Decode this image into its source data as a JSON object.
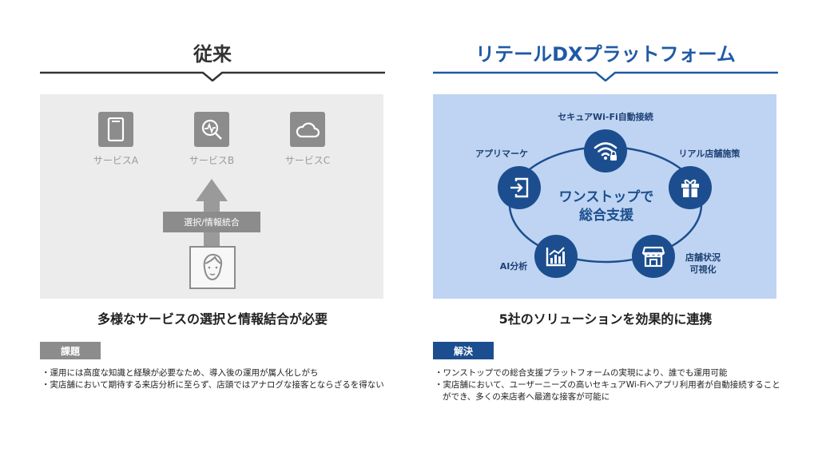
{
  "left": {
    "title": "従来",
    "services": [
      {
        "label": "サービスA",
        "icon": "smartphone-icon"
      },
      {
        "label": "サービスB",
        "icon": "analytics-search-icon"
      },
      {
        "label": "サービスC",
        "icon": "cloud-icon"
      }
    ],
    "select_label": "選択/情報統合",
    "user_icon": "person-face-icon",
    "caption": "多様なサービスの選択と情報結合が必要",
    "badge": "課題",
    "bullets": [
      "運用には高度な知識と経験が必要なため、導入後の運用が属人化しがち",
      "実店舗において期待する来店分析に至らず、店頭ではアナログな接客とならざるを得ない"
    ]
  },
  "right": {
    "title": "リテールDXプラットフォーム",
    "center_line1": "ワンストップで",
    "center_line2": "総合支援",
    "nodes": [
      {
        "label": "セキュアWi-Fi自動接続",
        "icon": "wifi-lock-icon"
      },
      {
        "label": "リアル店舗施策",
        "icon": "gift-icon"
      },
      {
        "label_line1": "店舗状況",
        "label_line2": "可視化",
        "icon": "storefront-icon"
      },
      {
        "label": "AI分析",
        "icon": "bar-chart-icon"
      },
      {
        "label": "アプリマーケ",
        "icon": "app-login-icon"
      }
    ],
    "caption": "5社のソリューションを効果的に連携",
    "badge": "解決",
    "bullets": [
      "ワンストップでの総合支援プラットフォームの実現により、誰でも運用可能",
      "実店舗において、ユーザーニーズの高いセキュアWi-Fiへアプリ利用者が自動接続することができ、多くの来店者へ最適な接客が可能に"
    ]
  },
  "colors": {
    "left_accent": "#333333",
    "right_accent": "#1f5aa6",
    "node_fill": "#1c4e8f",
    "right_panel_bg": "#bed4f2",
    "left_panel_bg": "#ececec",
    "gray_badge": "#8c8c8c"
  }
}
